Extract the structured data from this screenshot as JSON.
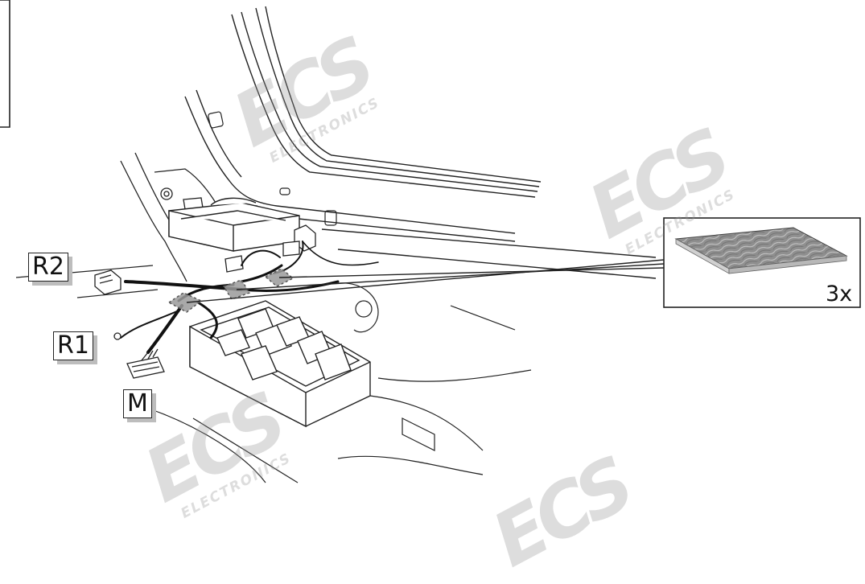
{
  "labels": {
    "r2": "R2",
    "r1": "R1",
    "m": "M"
  },
  "inset": {
    "quantity": "3x"
  },
  "watermark": {
    "logo": "ECS",
    "sub": "ELECTRONICS"
  },
  "colors": {
    "line": "#222222",
    "wire": "#111111",
    "pad": "#9a9a9a",
    "watermark": "#9a9a9a"
  }
}
